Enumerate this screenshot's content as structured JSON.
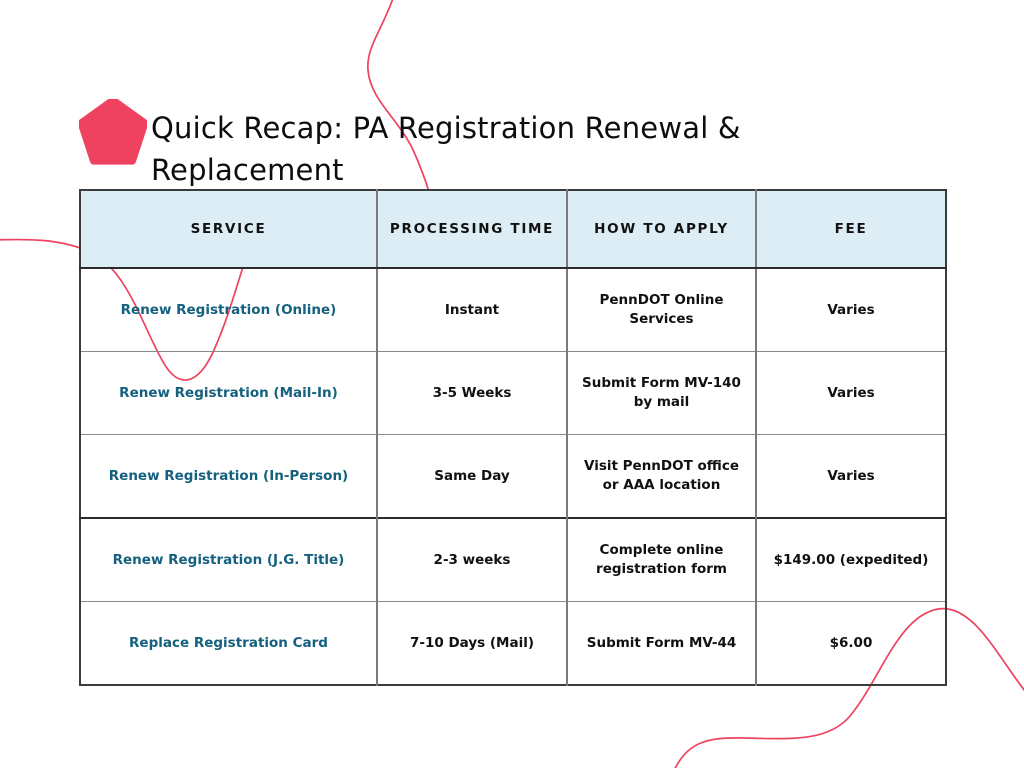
{
  "slide": {
    "title": "Quick Recap: PA Registration Renewal & Replacement",
    "accent_pink": "#EF4260",
    "header_bg": "#DCEDF5",
    "service_text_color": "#15607E",
    "body_text_color": "#111111"
  },
  "table": {
    "columns": [
      "SERVICE",
      "PROCESSING TIME",
      "HOW TO APPLY",
      "FEE"
    ],
    "rows": [
      {
        "service": "Renew Registration (Online)",
        "processing_time": "Instant",
        "how_to_apply": "PennDOT Online Services",
        "fee": "Varies"
      },
      {
        "service": "Renew Registration (Mail-In)",
        "processing_time": "3-5 Weeks",
        "how_to_apply": "Submit Form MV-140 by mail",
        "fee": "Varies"
      },
      {
        "service": "Renew Registration (In-Person)",
        "processing_time": "Same Day",
        "how_to_apply": "Visit PennDOT office or AAA location",
        "fee": "Varies"
      },
      {
        "service": "Renew Registration (J.G. Title)",
        "processing_time": "2-3 weeks",
        "how_to_apply": "Complete online registration form",
        "fee": "$149.00 (expedited)"
      },
      {
        "service": "Replace Registration Card",
        "processing_time": "7-10 Days (Mail)",
        "how_to_apply": "Submit Form MV-44",
        "fee": "$6.00"
      }
    ]
  },
  "decorations": {
    "pentagon_shape": "pentagon-shape",
    "squiggle_top": "squiggle-line-top",
    "squiggle_left": "squiggle-line-left",
    "squiggle_bottom_right": "squiggle-line-bottom-right"
  }
}
